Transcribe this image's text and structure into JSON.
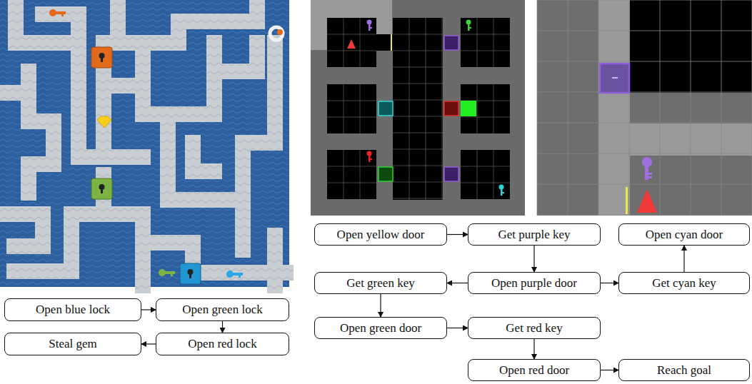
{
  "diagram": {
    "nodes": [
      {
        "text": [
          "Open blue lock"
        ]
      },
      {
        "text": [
          "Open green lock"
        ]
      },
      {
        "text": [
          "Steal gem"
        ]
      },
      {
        "text": [
          "Open red lock"
        ]
      },
      {
        "text": [
          "Open yellow door"
        ]
      },
      {
        "text": [
          "Get purple key"
        ]
      },
      {
        "text": [
          "Open cyan door"
        ]
      },
      {
        "text": [
          "Get green key"
        ]
      },
      {
        "text": [
          "Open purple door"
        ]
      },
      {
        "text": [
          "Get cyan key"
        ]
      },
      {
        "text": [
          "Open green door"
        ]
      },
      {
        "text": [
          "Get red key"
        ]
      },
      {
        "text": [
          "Open red door"
        ]
      },
      {
        "text": [
          "Reach goal"
        ]
      }
    ],
    "edges": [
      {
        "from": 0,
        "to": 1,
        "arrow": "to"
      },
      {
        "from": 1,
        "to": 3,
        "arrow": "to"
      },
      {
        "from": 3,
        "to": 2,
        "arrow": "to"
      },
      {
        "from": 4,
        "to": 5,
        "arrow": "to"
      },
      {
        "from": 5,
        "to": 8,
        "arrow": "to"
      },
      {
        "from": 8,
        "to": 7,
        "arrow": "to"
      },
      {
        "from": 8,
        "to": 9,
        "arrow": "to"
      },
      {
        "from": 9,
        "to": 6,
        "arrow": "to"
      },
      {
        "from": 7,
        "to": 10,
        "arrow": "to"
      },
      {
        "from": 10,
        "to": 11,
        "arrow": "to"
      },
      {
        "from": 11,
        "to": 12,
        "arrow": "to"
      },
      {
        "from": 12,
        "to": 13,
        "arrow": "to"
      }
    ]
  }
}
